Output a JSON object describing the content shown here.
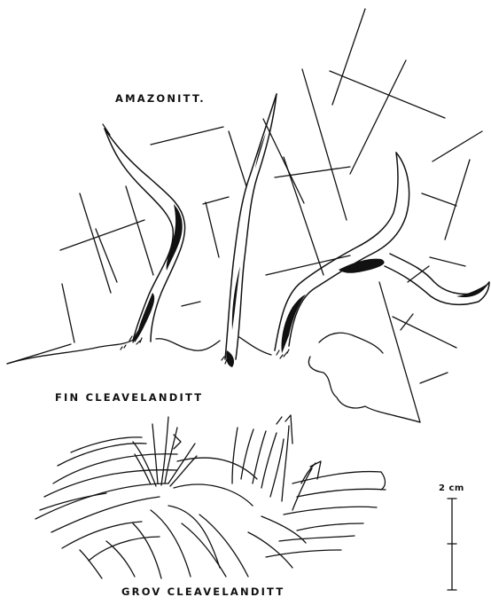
{
  "labels": {
    "amazonitt": "AMAZONITT.",
    "fin_cleavelanditt": "FIN CLEAVELANDITT",
    "grov_cleavelanditt": "GROV CLEAVELANDITT"
  },
  "scale_bar": {
    "label": "2 cm"
  },
  "colors": {
    "ink": "#111111",
    "paper": "#ffffff"
  }
}
